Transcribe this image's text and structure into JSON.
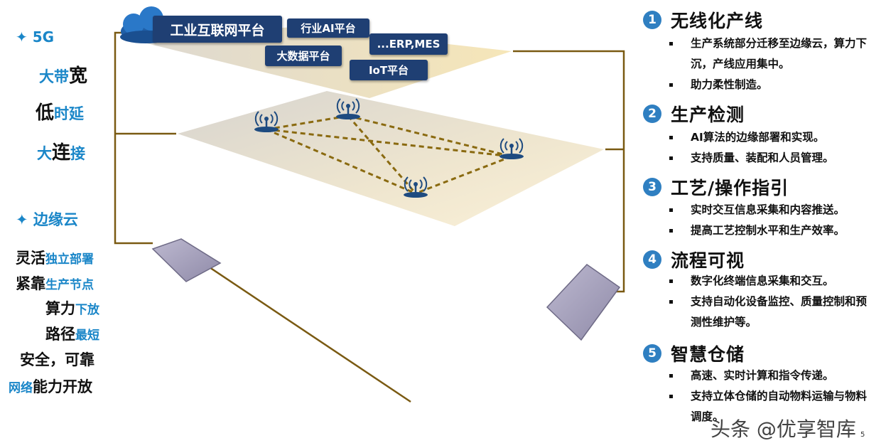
{
  "left": {
    "g5_label": "5G",
    "rows1": [
      {
        "a": "大带",
        "b": "宽"
      },
      {
        "a": "低",
        "b": "时延"
      },
      {
        "a": "大",
        "b": "连",
        "c": "接"
      }
    ],
    "edge_label": "边缘云",
    "rows2": [
      {
        "a": "灵活",
        "b": "独立部署"
      },
      {
        "a": "紧靠",
        "b": "生产节点"
      },
      {
        "a": "算力",
        "b": "下放"
      },
      {
        "a": "路径",
        "b": "最短"
      },
      {
        "a": "安全，可靠",
        "b": ""
      },
      {
        "a": "网络",
        "b": "能力开放"
      }
    ]
  },
  "platform": {
    "main": "工业互联网平台",
    "boxes": [
      "行业AI平台",
      "...ERP,MES",
      "大数据平台",
      "IoT平台"
    ]
  },
  "sections": [
    {
      "num": "1",
      "title": "无线化产线",
      "bullets": [
        "生产系统部分迁移至边缘云，算力下沉，产线应用集中。",
        "助力柔性制造。"
      ]
    },
    {
      "num": "2",
      "title": "生产检测",
      "bullets": [
        "AI算法的边缘部署和实现。",
        "支持质量、装配和人员管理。"
      ]
    },
    {
      "num": "3",
      "title": "工艺/操作指引",
      "bullets": [
        "实时交互信息采集和内容推送。",
        "提高工艺控制水平和生产效率。"
      ]
    },
    {
      "num": "4",
      "title": "流程可视",
      "bullets": [
        "数字化终端信息采集和交互。",
        "支持自动化设备监控、质量控制和预测性维护等。"
      ]
    },
    {
      "num": "5",
      "title": "智慧仓储",
      "bullets": [
        "高速、实时计算和指令传递。",
        "支持立体仓储的自动物料运输与物料调度。"
      ]
    }
  ],
  "watermark": "头条 @优享智库",
  "page_number": "5",
  "colors": {
    "accent_blue": "#1a86c8",
    "platform_box": "#1f3f73",
    "bracket": "#7a5a12",
    "number_circle": "#2f7fc1"
  }
}
